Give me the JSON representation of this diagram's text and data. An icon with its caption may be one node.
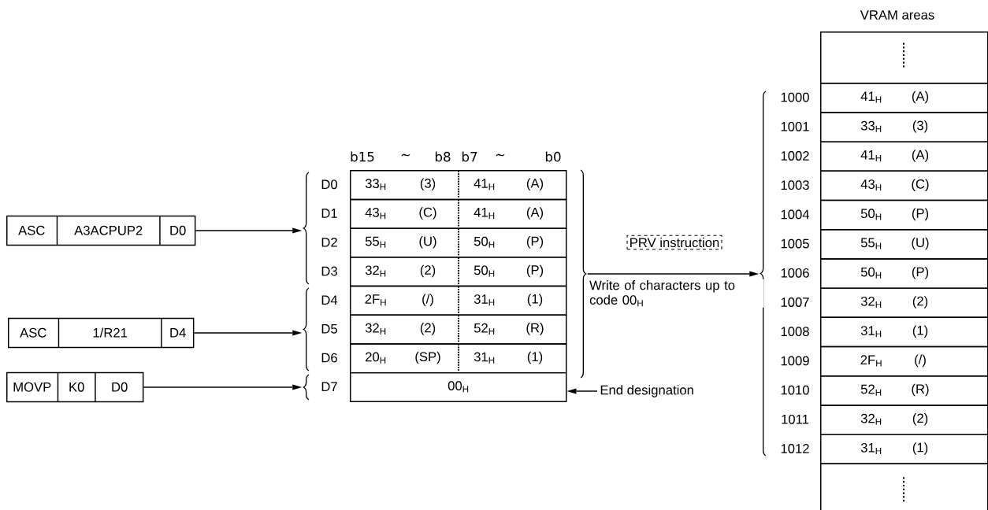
{
  "diagram": {
    "nodes": [
      {
        "text": [
          "ASC",
          "A3ACPUP2",
          "D0"
        ]
      },
      {
        "text": [
          "ASC",
          "1/R21",
          "D4"
        ]
      },
      {
        "text": [
          "MOVP",
          "K0",
          "D0"
        ]
      },
      {
        "text": [
          "D0",
          "33$_{H}$",
          "(3)",
          "41$_{H}$",
          "(A)"
        ]
      },
      {
        "text": [
          "D1",
          "43$_{H}$",
          "(C)",
          "41$_{H}$",
          "(A)"
        ]
      },
      {
        "text": [
          "D2",
          "55$_{H}$",
          "(U)",
          "50$_{H}$",
          "(P)"
        ]
      },
      {
        "text": [
          "D3",
          "32$_{H}$",
          "(2)",
          "50$_{H}$",
          "(P)"
        ]
      },
      {
        "text": [
          "D4",
          "2F$_{H}$",
          "(/)",
          "31$_{H}$",
          "(1)"
        ]
      },
      {
        "text": [
          "D5",
          "32$_{H}$",
          "(2)",
          "52$_{H}$",
          "(R)"
        ]
      },
      {
        "text": [
          "D6",
          "20$_{H}$",
          "(SP)",
          "31$_{H}$",
          "(1)"
        ]
      },
      {
        "text": [
          "D7",
          "00$_{H}$"
        ]
      },
      {
        "text": [],
        "shape": "bracket"
      },
      {
        "text": [],
        "shape": "bracket"
      },
      {
        "text": [],
        "shape": "bracket"
      },
      {
        "text": [],
        "shape": "bracket"
      },
      {
        "text": [],
        "shape": "bracket"
      },
      {
        "text": [
          "PRV instruction"
        ]
      },
      {
        "text": [
          "End designation"
        ]
      },
      {
        "text": [],
        "shape": "box",
        "beside": [
          "VRAM areas"
        ]
      },
      {
        "text": [
          "1000",
          "41$_{H}$",
          "(A)"
        ]
      },
      {
        "text": [
          "1001",
          "33$_{H}$",
          "(3)"
        ]
      },
      {
        "text": [
          "1002",
          "41$_{H}$",
          "(A)"
        ]
      },
      {
        "text": [
          "1003",
          "43$_{H}$",
          "(C)"
        ]
      },
      {
        "text": [
          "1004",
          "50$_{H}$",
          "(P)"
        ]
      },
      {
        "text": [
          "1005",
          "55$_{H}$",
          "(U)"
        ]
      },
      {
        "text": [
          "1006",
          "50$_{H}$",
          "(P)"
        ]
      },
      {
        "text": [
          "1007",
          "32$_{H}$",
          "(2)"
        ]
      },
      {
        "text": [
          "1008",
          "31$_{H}$",
          "(1)"
        ]
      },
      {
        "text": [
          "1009",
          "2F$_{H}$",
          "(/)"
        ]
      },
      {
        "text": [
          "1010",
          "52$_{H}$",
          "(R)"
        ]
      },
      {
        "text": [
          "1011",
          "32$_{H}$",
          "(2)"
        ]
      },
      {
        "text": [
          "1012",
          "31$_{H}$",
          "(1)"
        ]
      },
      {
        "text": [],
        "shape": "box"
      }
    ],
    "edges": [
      {
        "from": 0,
        "to": 11,
        "arrow": "to"
      },
      {
        "from": 1,
        "to": 12,
        "arrow": "to"
      },
      {
        "from": 2,
        "to": 13,
        "arrow": "to"
      },
      {
        "from": 14,
        "to": 15,
        "arrow": "to",
        "label": "Write of characters up to code 00$_{H}$"
      },
      {
        "from": 17,
        "to": 10,
        "arrow": "to"
      }
    ],
    "labels": [
      "b15",
      "∼",
      "b8",
      "b7",
      "∼",
      "b0"
    ]
  }
}
